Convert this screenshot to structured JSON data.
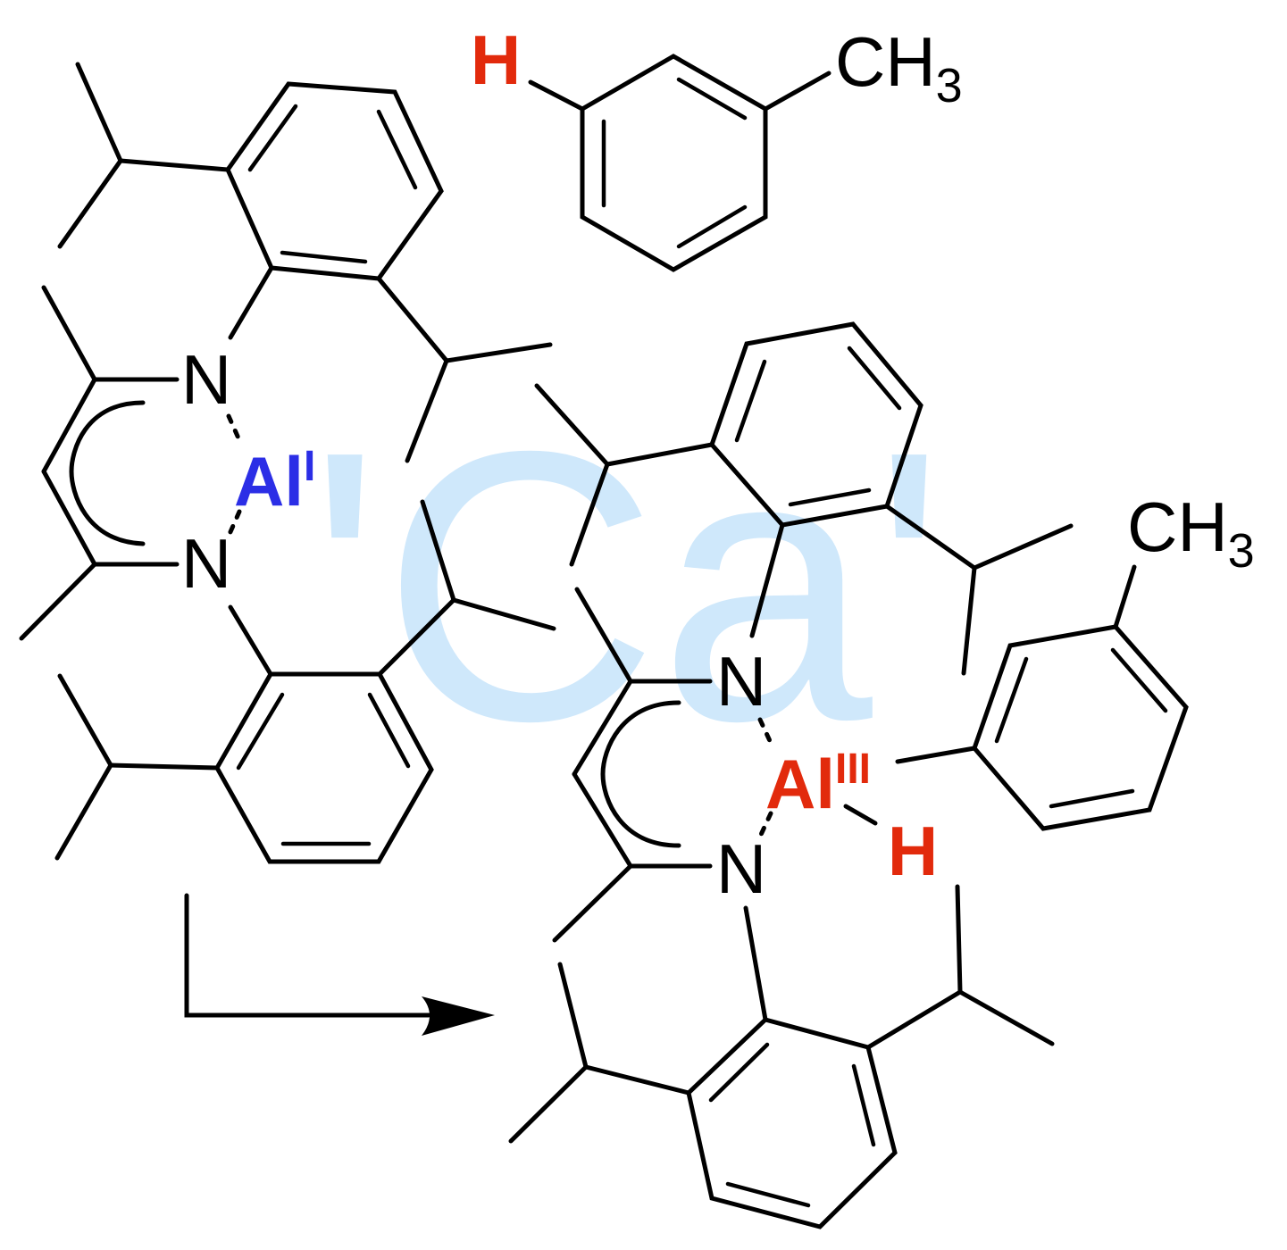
{
  "watermark": {
    "text": "'Ca'",
    "color": "#cfe8fb"
  },
  "colors": {
    "bond": "#000000",
    "al_one": "#2b2ee6",
    "al_three": "#e22a0c",
    "hydrogen": "#e22a0c"
  },
  "reactant_complex": {
    "nitrogen_top": "N",
    "nitrogen_bottom": "N",
    "aluminium": {
      "symbol": "Al",
      "oxidation_state": "I"
    }
  },
  "toluene": {
    "hydrogen": "H",
    "methyl": {
      "base": "CH",
      "subscript": "3"
    }
  },
  "product_complex": {
    "nitrogen_top": "N",
    "nitrogen_bottom": "N",
    "aluminium": {
      "symbol": "Al",
      "oxidation_state": "III"
    },
    "hydride": "H",
    "tolyl_methyl": {
      "base": "CH",
      "subscript": "3"
    }
  },
  "reaction_arrow": {
    "direction": "right",
    "icon": "bent-reaction-arrow"
  }
}
